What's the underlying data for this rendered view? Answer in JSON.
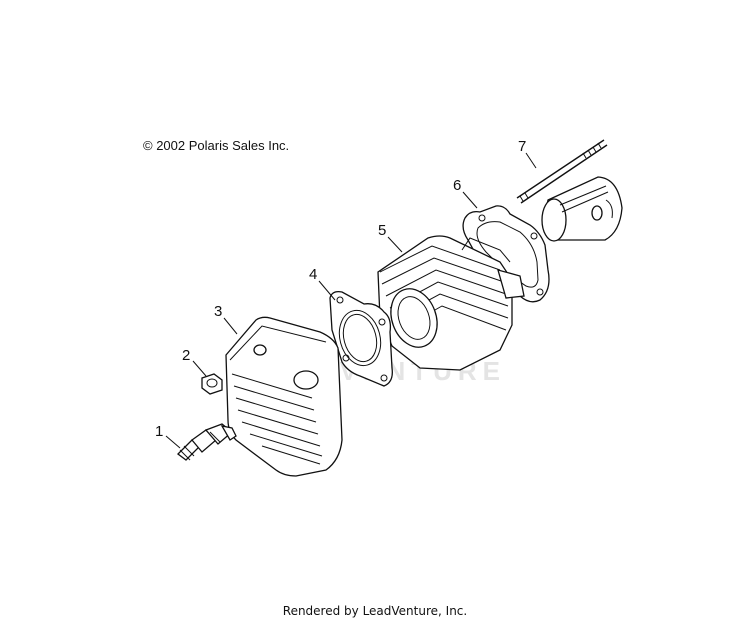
{
  "copyright": "© 2002 Polaris Sales Inc.",
  "footer": "Rendered by LeadVenture, Inc.",
  "watermark": "LEADVENTURE",
  "callouts": [
    {
      "id": "1",
      "label": "1",
      "part": "spark-plug"
    },
    {
      "id": "2",
      "label": "2",
      "part": "nut"
    },
    {
      "id": "3",
      "label": "3",
      "part": "cylinder-head"
    },
    {
      "id": "4",
      "label": "4",
      "part": "head-gasket"
    },
    {
      "id": "5",
      "label": "5",
      "part": "cylinder"
    },
    {
      "id": "6",
      "label": "6",
      "part": "base-gasket"
    },
    {
      "id": "7",
      "label": "7",
      "part": "stud-and-piston"
    }
  ],
  "colors": {
    "line": "#111111",
    "watermark": "#e4e4e4",
    "background": "#ffffff"
  }
}
